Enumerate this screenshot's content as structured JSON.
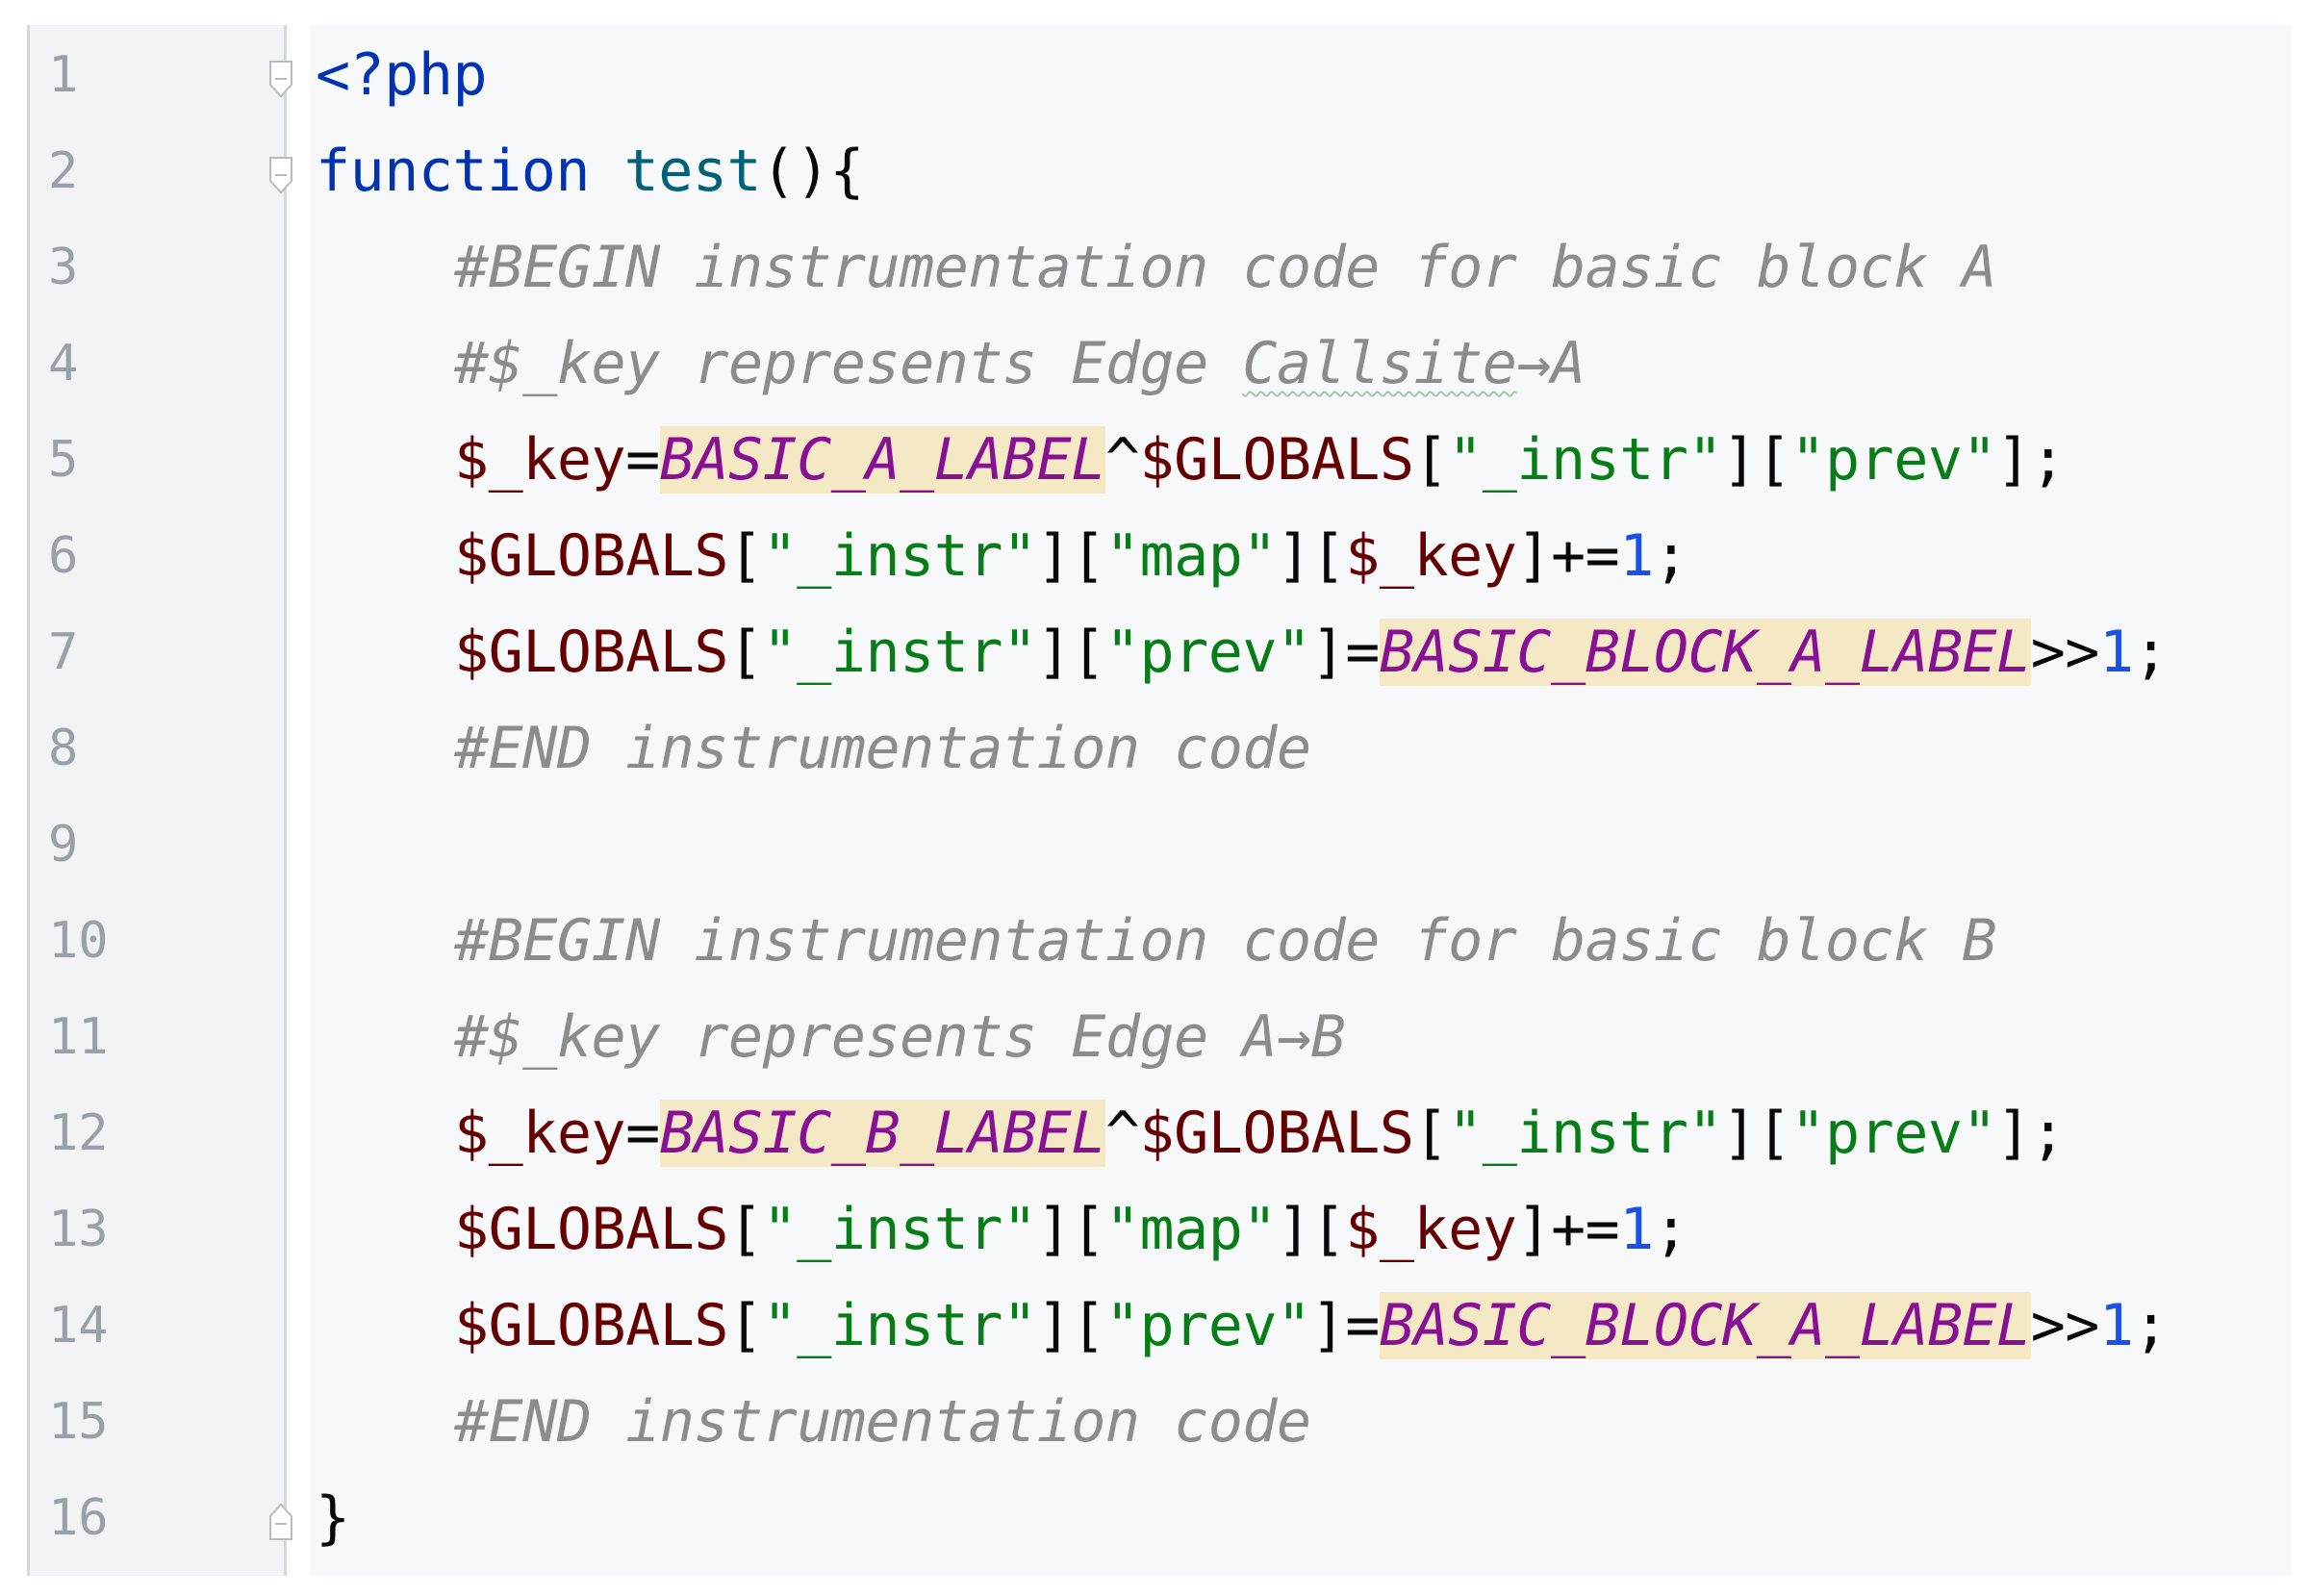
{
  "editor": {
    "colors": {
      "keyword": "#0033b3",
      "function_name": "#00627a",
      "php_variable": "#660000",
      "string": "#067d17",
      "number": "#1750eb",
      "constant": "#871094",
      "comment": "#8c8c8c",
      "highlight": "#f5e8c4",
      "gutter_bg": "#f2f3f5",
      "code_bg": "#f7f8fa"
    },
    "lines": [
      {
        "n": "1",
        "t": [
          "<?php"
        ]
      },
      {
        "n": "2",
        "t": [
          "function",
          " ",
          "test",
          "(){"
        ]
      },
      {
        "n": "3",
        "t": [
          "#BEGIN instrumentation code for basic block A"
        ]
      },
      {
        "n": "4",
        "t": [
          "#$_key represents Edge ",
          "Callsite",
          "→A"
        ]
      },
      {
        "n": "5",
        "t": [
          "$_key",
          "=",
          "BASIC_A_LABEL",
          "^",
          "$GLOBALS",
          "[",
          "\"_instr\"",
          "][",
          "\"prev\"",
          "];"
        ]
      },
      {
        "n": "6",
        "t": [
          "$GLOBALS",
          "[",
          "\"_instr\"",
          "][",
          "\"map\"",
          "][",
          "$_key",
          "]+=",
          "1",
          ";"
        ]
      },
      {
        "n": "7",
        "t": [
          "$GLOBALS",
          "[",
          "\"_instr\"",
          "][",
          "\"prev\"",
          "]=",
          "BASIC_BLOCK_A_LABEL",
          ">>",
          "1",
          ";"
        ]
      },
      {
        "n": "8",
        "t": [
          "#END instrumentation code"
        ]
      },
      {
        "n": "9",
        "t": []
      },
      {
        "n": "10",
        "t": [
          "#BEGIN instrumentation code for basic block B"
        ]
      },
      {
        "n": "11",
        "t": [
          "#$_key represents Edge A→B"
        ]
      },
      {
        "n": "12",
        "t": [
          "$_key",
          "=",
          "BASIC_B_LABEL",
          "^",
          "$GLOBALS",
          "[",
          "\"_instr\"",
          "][",
          "\"prev\"",
          "];"
        ]
      },
      {
        "n": "13",
        "t": [
          "$GLOBALS",
          "[",
          "\"_instr\"",
          "][",
          "\"map\"",
          "][",
          "$_key",
          "]+=",
          "1",
          ";"
        ]
      },
      {
        "n": "14",
        "t": [
          "$GLOBALS",
          "[",
          "\"_instr\"",
          "][",
          "\"prev\"",
          "]=",
          "BASIC_BLOCK_A_LABEL",
          ">>",
          "1",
          ";"
        ]
      },
      {
        "n": "15",
        "t": [
          "#END instrumentation code"
        ]
      },
      {
        "n": "16",
        "t": [
          "}"
        ]
      }
    ]
  }
}
